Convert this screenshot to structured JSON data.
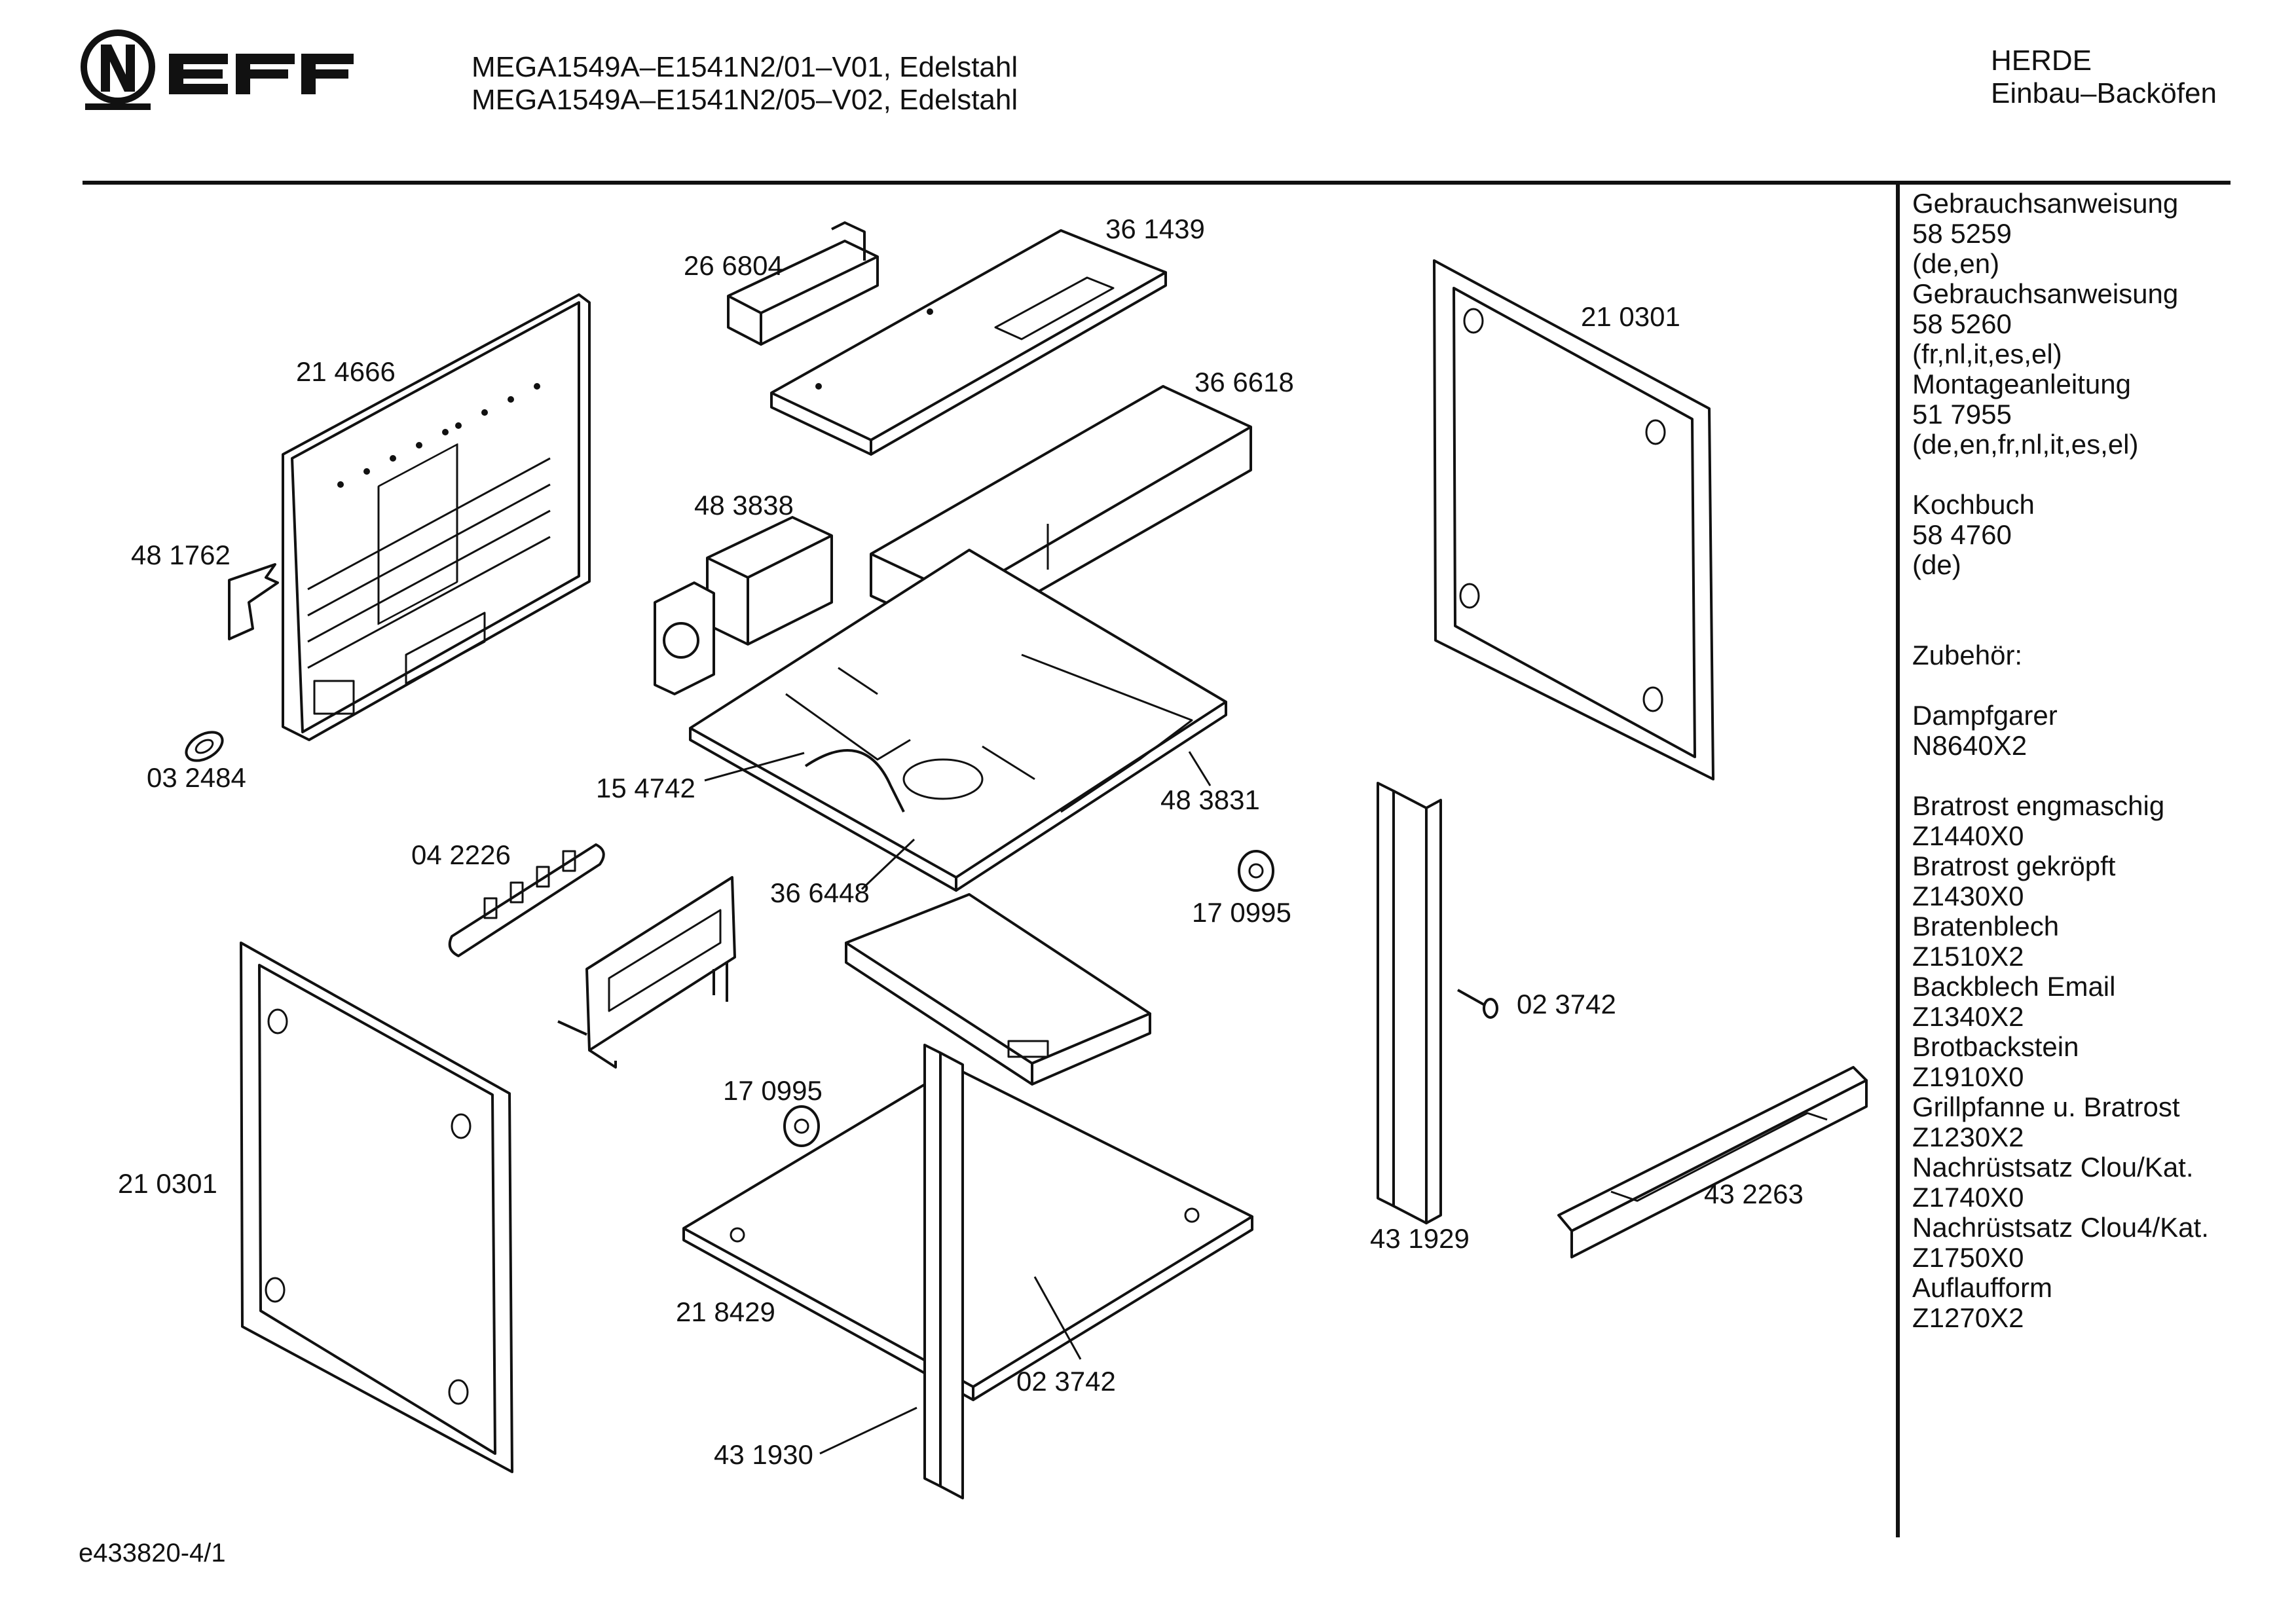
{
  "header": {
    "brand": "NEFF",
    "model_line_1": "MEGA1549A–E1541N2/01–V01, Edelstahl",
    "model_line_2": "MEGA1549A–E1541N2/05–V02, Edelstahl",
    "category_1": "HERDE",
    "category_2": "Einbau–Backöfen"
  },
  "sidebar": {
    "lines": [
      "Gebrauchsanweisung",
      "58 5259",
      "(de,en)",
      "Gebrauchsanweisung",
      "58 5260",
      "(fr,nl,it,es,el)",
      "Montageanleitung",
      "51 7955",
      "(de,en,fr,nl,it,es,el)",
      "",
      "Kochbuch",
      "58 4760",
      "(de)",
      "",
      "",
      "Zubehör:",
      "",
      "Dampfgarer",
      "N8640X2",
      "",
      "Bratrost engmaschig",
      "Z1440X0",
      "Bratrost gekröpft",
      "Z1430X0",
      "Bratenblech",
      "Z1510X2",
      "Backblech Email",
      "Z1340X2",
      "Brotbackstein",
      "Z1910X0",
      "Grillpfanne u. Bratrost",
      "Z1230X2",
      "Nachrüstsatz Clou/Kat.",
      "Z1740X0",
      "Nachrüstsatz Clou4/Kat.",
      "Z1750X0",
      "Auflaufform",
      "Z1270X2"
    ]
  },
  "parts": {
    "p266804": "26 6804",
    "p361439": "36 1439",
    "p214666": "21 4666",
    "p210301_top": "21 0301",
    "p366618": "36 6618",
    "p483838": "48 3838",
    "p481762": "48 1762",
    "p032484": "03 2484",
    "p154742": "15 4742",
    "p483831": "48 3831",
    "p042226": "04 2226",
    "p366448": "36 6448",
    "p170995_a": "17 0995",
    "p023742_a": "02 3742",
    "p170995_b": "17 0995",
    "p210301_left": "21 0301",
    "p432263": "43 2263",
    "p431929": "43 1929",
    "p218429": "21 8429",
    "p023742_b": "02 3742",
    "p431930": "43 1930"
  },
  "footer": {
    "code": "e433820-4/1"
  }
}
